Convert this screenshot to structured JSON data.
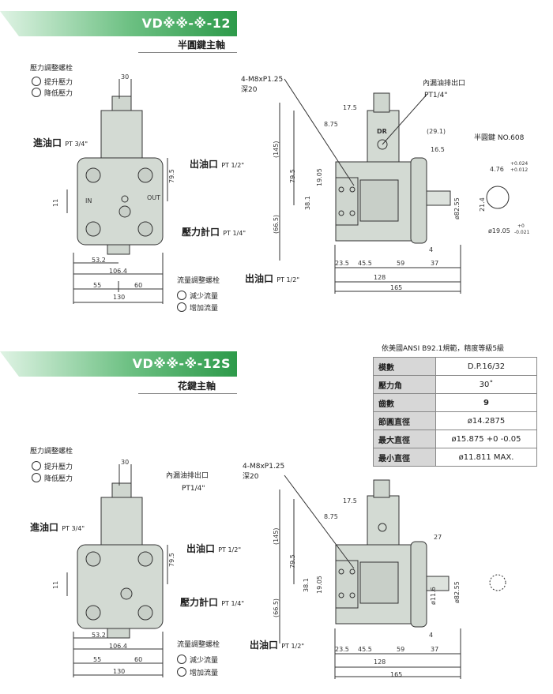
{
  "top": {
    "title": "VD※※-※-12",
    "subtitle": "半圓鍵主軸",
    "left_view": {
      "pressure_bolt": "壓力調整螺栓",
      "raise_pressure": "提升壓力",
      "lower_pressure": "降低壓力",
      "inlet_main": "進油口",
      "inlet_size": "PT 3/4\"",
      "outlet_main": "出油口",
      "outlet_size": "PT 1/2\"",
      "gauge_main": "壓力計口",
      "gauge_size": "PT 1/4\"",
      "flow_bolt": "流量調整螺栓",
      "reduce_flow": "減少流量",
      "increase_flow": "增加流量",
      "in_mark": "IN",
      "out_mark": "OUT",
      "dims": [
        "30",
        "11",
        "79.5",
        "53.2",
        "106.4",
        "55",
        "60",
        "130"
      ]
    },
    "side_view": {
      "thread": "4-M8xP1.25",
      "depth": "深20",
      "drain_port": "內漏油排出口",
      "drain_size": "PT1/4\"",
      "key_label": "半圓鍵 NO.608",
      "outlet_main": "出油口",
      "outlet_size": "PT 1/2\"",
      "dr_mark": "DR",
      "dims": [
        "17.5",
        "8.75",
        "(145)",
        "79.5",
        "19.05",
        "38.1",
        "(66.5)",
        "23.5",
        "45.5",
        "59",
        "37",
        "4",
        "128",
        "165",
        "(29.1)",
        "16.5",
        "ø82.55",
        "4.76",
        "+0.024",
        "+0.012",
        "21.4",
        "ø19.05",
        "+0",
        "-0.021"
      ]
    }
  },
  "bottom": {
    "title": "VD※※-※-12S",
    "subtitle": "花鍵主軸",
    "left_view": {
      "pressure_bolt": "壓力調整螺栓",
      "raise_pressure": "提升壓力",
      "lower_pressure": "降低壓力",
      "drain_port": "內漏油排出口",
      "drain_size": "PT1/4\"",
      "inlet_main": "進油口",
      "inlet_size": "PT 3/4\"",
      "outlet_main": "出油口",
      "outlet_size": "PT 1/2\"",
      "gauge_main": "壓力計口",
      "gauge_size": "PT 1/4\"",
      "flow_bolt": "流量調整螺栓",
      "reduce_flow": "減少流量",
      "increase_flow": "增加流量",
      "dims": [
        "30",
        "11",
        "79.5",
        "53.2",
        "106.4",
        "55",
        "60",
        "130"
      ]
    },
    "side_view": {
      "thread": "4-M8xP1.25",
      "depth": "深20",
      "outlet_main": "出油口",
      "outlet_size": "PT 1/2\"",
      "dims": [
        "17.5",
        "8.75",
        "(145)",
        "79.5",
        "38.1",
        "19.05",
        "(66.5)",
        "23.5",
        "45.5",
        "59",
        "37",
        "4",
        "128",
        "165",
        "27",
        "ø11.6",
        "ø82.55"
      ]
    },
    "spec_table": {
      "note": "依美國ANSI B92.1規範，精度等級5級",
      "rows": [
        {
          "key": "模數",
          "value": "D.P.16/32"
        },
        {
          "key": "壓力角",
          "value": "30˚"
        },
        {
          "key": "齒數",
          "value": "9"
        },
        {
          "key": "節圓直徑",
          "value": "ø14.2875"
        },
        {
          "key": "最大直徑",
          "value": "ø15.875 +0 -0.05"
        },
        {
          "key": "最小直徑",
          "value": "ø11.811 MAX."
        }
      ]
    }
  }
}
